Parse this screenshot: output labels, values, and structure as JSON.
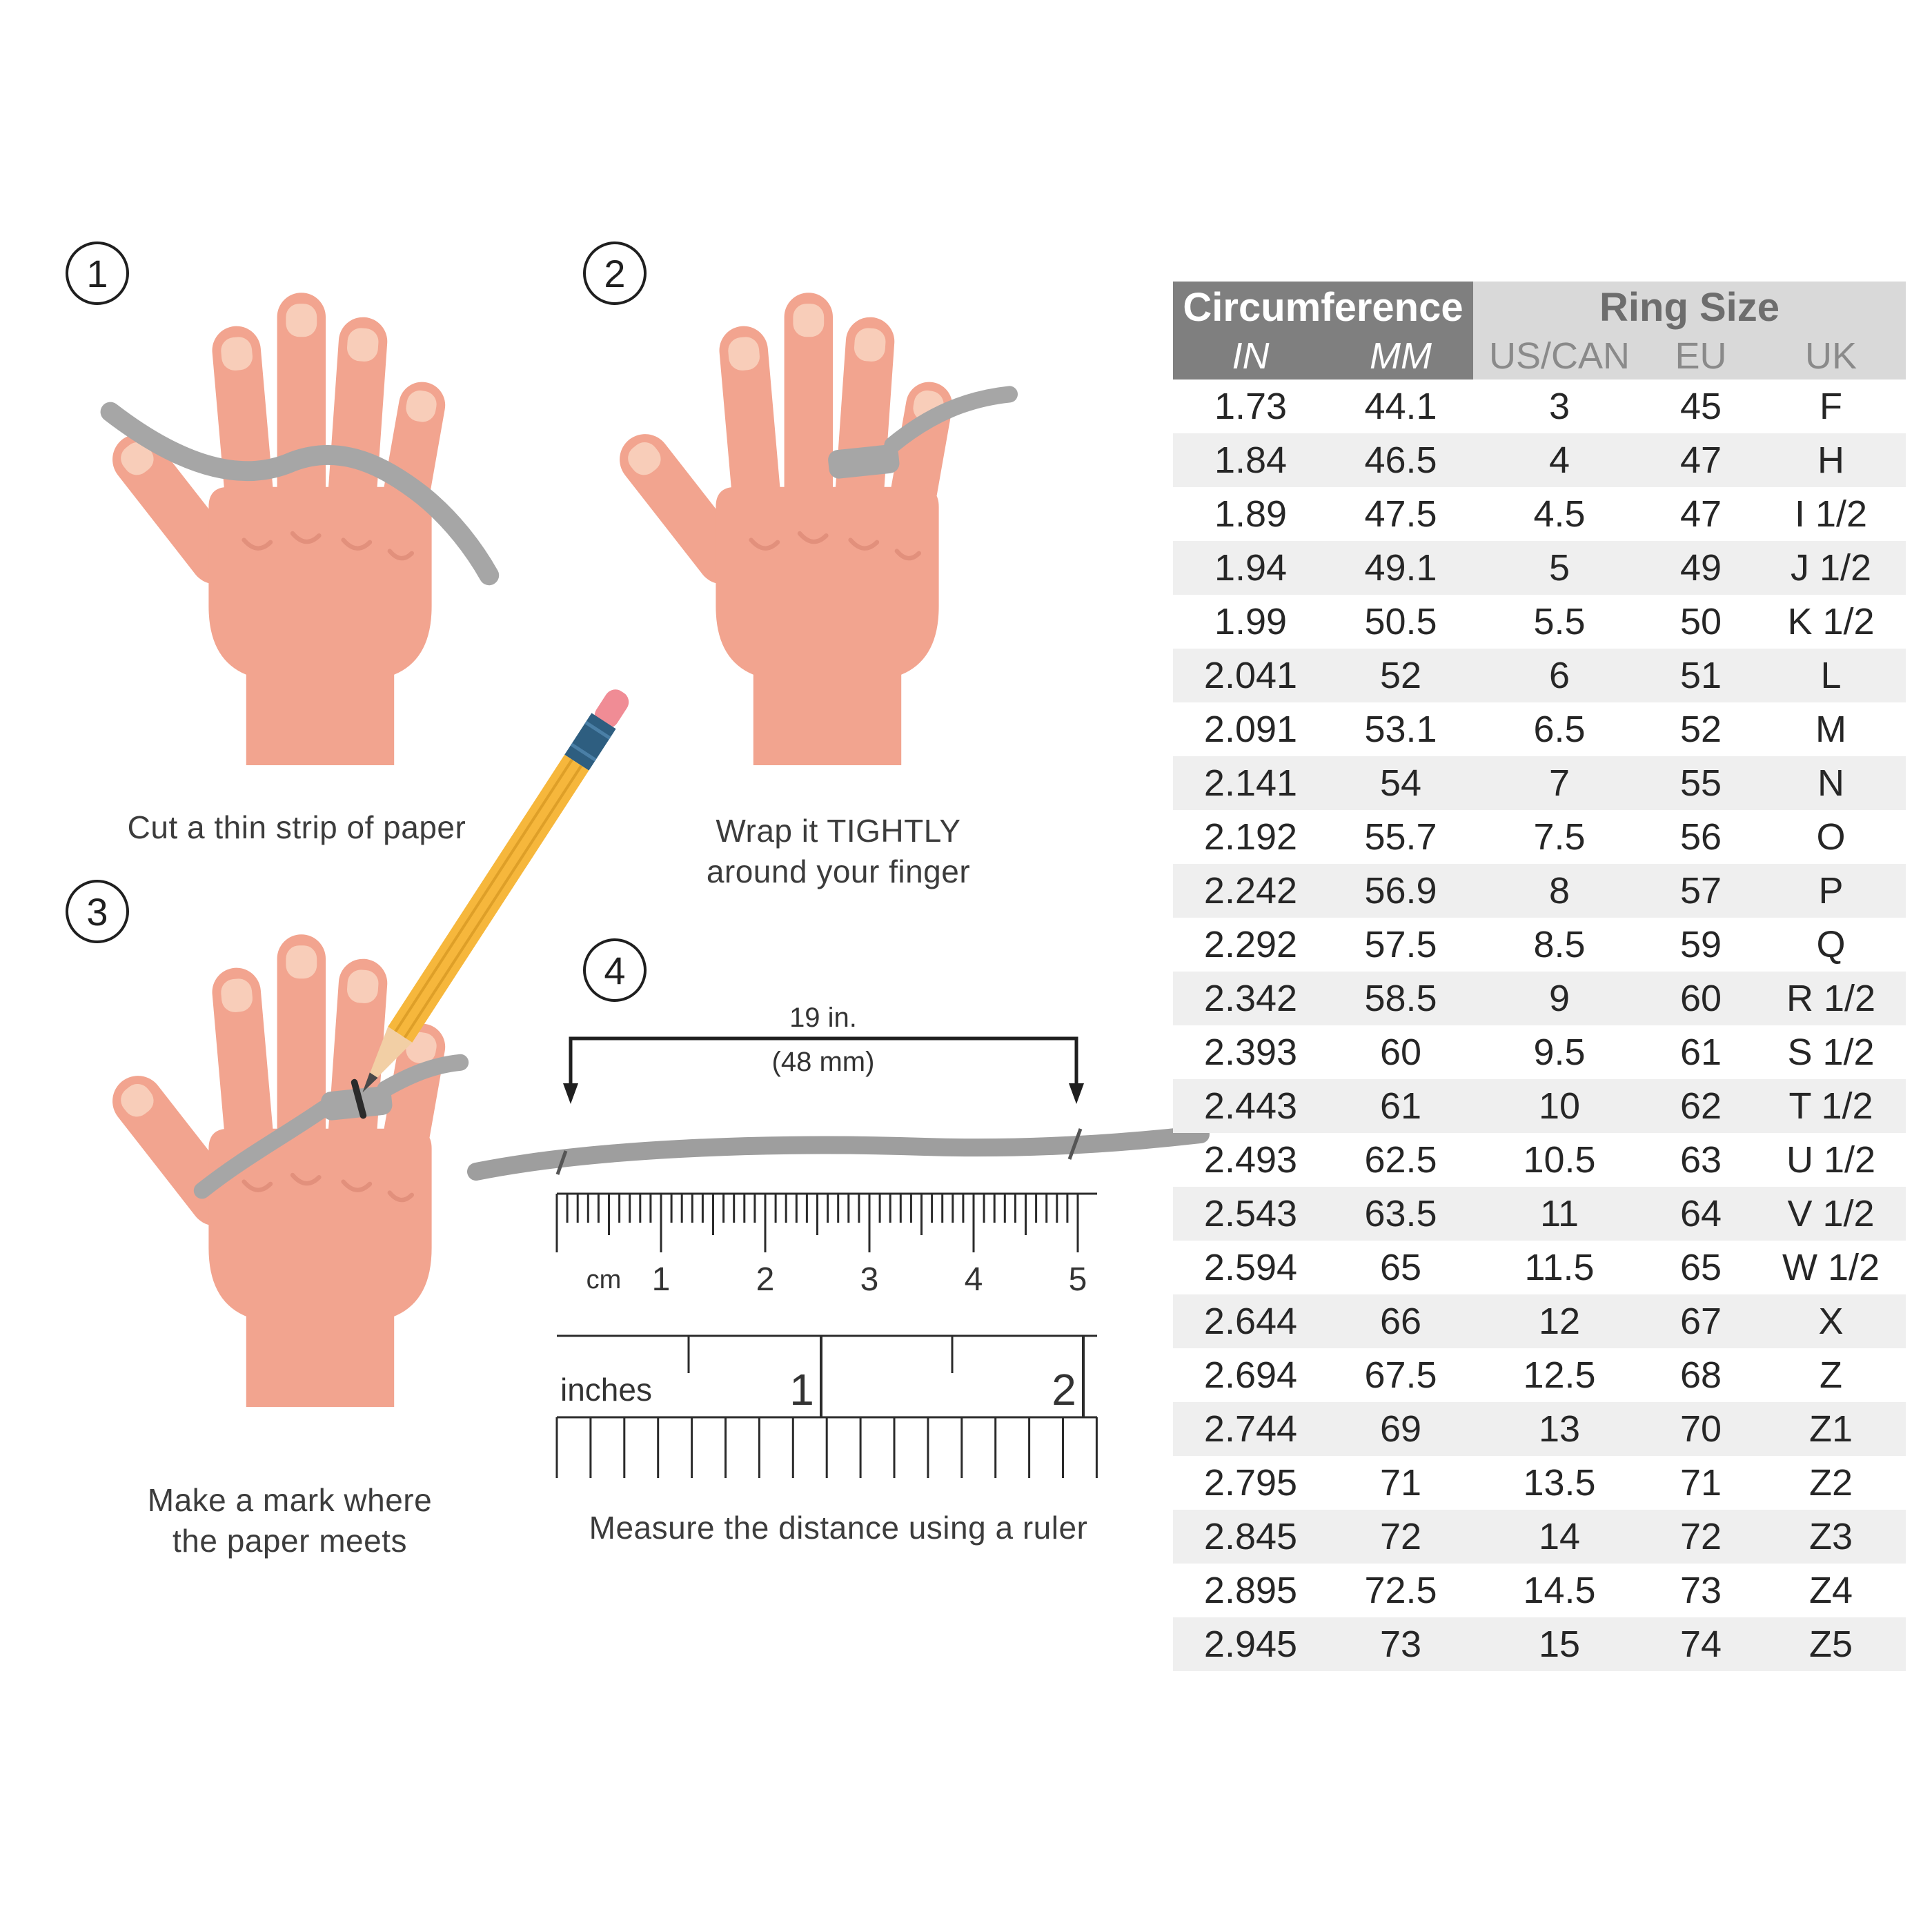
{
  "steps": [
    {
      "number": "1",
      "caption": "Cut a thin strip of paper"
    },
    {
      "number": "2",
      "caption": "Wrap it TIGHTLY\naround your finger"
    },
    {
      "number": "3",
      "caption": "Make a mark where\nthe paper meets"
    },
    {
      "number": "4",
      "caption": "Measure the distance using a ruler"
    }
  ],
  "measurement": {
    "line1": "19 in.",
    "line2": "(48 mm)"
  },
  "ruler": {
    "cm_label": "cm",
    "cm_numbers": [
      "1",
      "2",
      "3",
      "4",
      "5"
    ],
    "inches_label": "inches",
    "inch_numbers": [
      "1",
      "2"
    ]
  },
  "table": {
    "group_headers": [
      "Circumference",
      "Ring Size"
    ],
    "columns": [
      "IN",
      "MM",
      "US/CAN",
      "EU",
      "UK"
    ],
    "rows": [
      [
        "1.73",
        "44.1",
        "3",
        "45",
        "F"
      ],
      [
        "1.84",
        "46.5",
        "4",
        "47",
        "H"
      ],
      [
        "1.89",
        "47.5",
        "4.5",
        "47",
        "I 1/2"
      ],
      [
        "1.94",
        "49.1",
        "5",
        "49",
        "J 1/2"
      ],
      [
        "1.99",
        "50.5",
        "5.5",
        "50",
        "K 1/2"
      ],
      [
        "2.041",
        "52",
        "6",
        "51",
        "L"
      ],
      [
        "2.091",
        "53.1",
        "6.5",
        "52",
        "M"
      ],
      [
        "2.141",
        "54",
        "7",
        "55",
        "N"
      ],
      [
        "2.192",
        "55.7",
        "7.5",
        "56",
        "O"
      ],
      [
        "2.242",
        "56.9",
        "8",
        "57",
        "P"
      ],
      [
        "2.292",
        "57.5",
        "8.5",
        "59",
        "Q"
      ],
      [
        "2.342",
        "58.5",
        "9",
        "60",
        "R 1/2"
      ],
      [
        "2.393",
        "60",
        "9.5",
        "61",
        "S 1/2"
      ],
      [
        "2.443",
        "61",
        "10",
        "62",
        "T 1/2"
      ],
      [
        "2.493",
        "62.5",
        "10.5",
        "63",
        "U 1/2"
      ],
      [
        "2.543",
        "63.5",
        "11",
        "64",
        "V 1/2"
      ],
      [
        "2.594",
        "65",
        "11.5",
        "65",
        "W 1/2"
      ],
      [
        "2.644",
        "66",
        "12",
        "67",
        "X"
      ],
      [
        "2.694",
        "67.5",
        "12.5",
        "68",
        "Z"
      ],
      [
        "2.744",
        "69",
        "13",
        "70",
        "Z1"
      ],
      [
        "2.795",
        "71",
        "13.5",
        "71",
        "Z2"
      ],
      [
        "2.845",
        "72",
        "14",
        "72",
        "Z3"
      ],
      [
        "2.895",
        "72.5",
        "14.5",
        "73",
        "Z4"
      ],
      [
        "2.945",
        "73",
        "15",
        "74",
        "Z5"
      ]
    ]
  },
  "colors": {
    "header_dark": "#7f7f7f",
    "header_light": "#d9d9d9",
    "row_alt": "#efefef",
    "skin": "#F2A48F",
    "nail": "#F8CDB9",
    "paper_strip": "#A6A6A6",
    "pencil_yellow": "#F6B73C",
    "pencil_band": "#2E5E80",
    "pencil_eraser": "#F08C95"
  }
}
